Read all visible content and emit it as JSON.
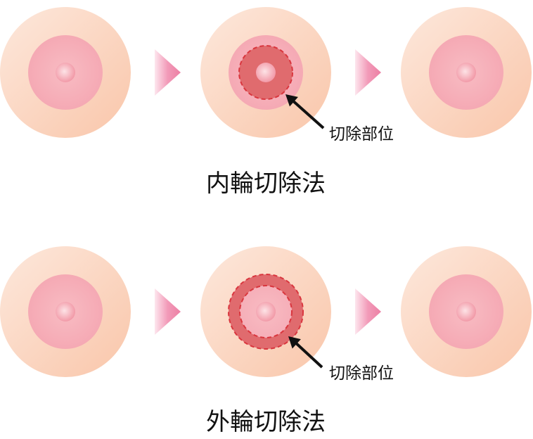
{
  "rows": [
    {
      "title": "内輪切除法",
      "label": "切除部位"
    },
    {
      "title": "外輪切除法",
      "label": "切除部位"
    }
  ],
  "colors": {
    "skin": "#fbd5be",
    "areola": "#f6a9b3",
    "nipple": "#f4b4bd",
    "excision": "#e06b6e",
    "dash": "#d9363e",
    "arrow_triangle": "#ee8fb0"
  }
}
